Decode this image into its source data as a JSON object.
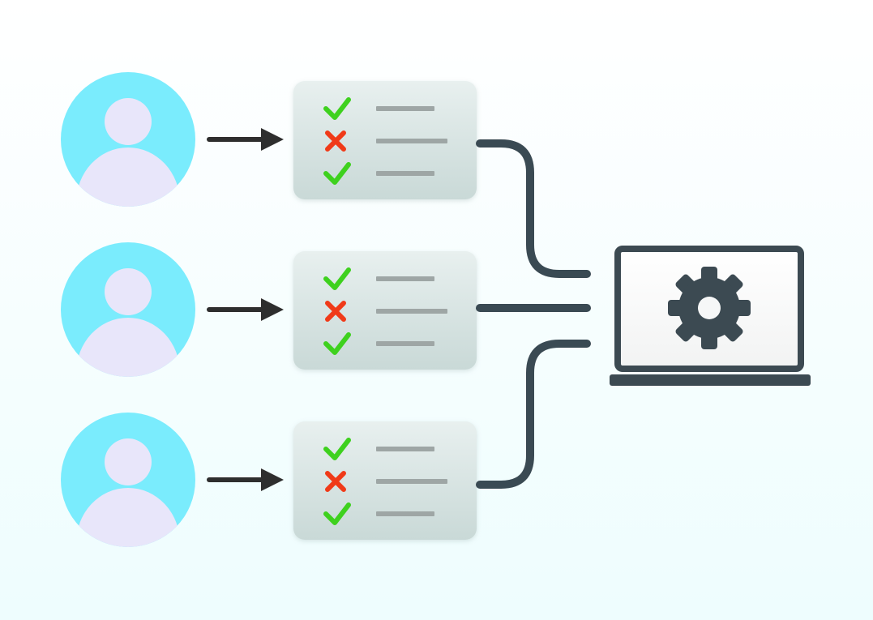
{
  "colors": {
    "background_top": "#ffffff",
    "background_bottom": "#eefdfe",
    "avatar_circle": "#7aecfd",
    "avatar_figure": "#e8e6fa",
    "arrow": "#2e2e2e",
    "card_top": "#e8f0ef",
    "card_bottom": "#c9d9d7",
    "check": "#3ed11e",
    "cross": "#f03a18",
    "line_bar": "#9ea6a5",
    "connector": "#3a4a53",
    "laptop_frame": "#3c4a52",
    "laptop_screen": "#f2f3f3",
    "gear": "#3c4a52"
  },
  "users": [
    {
      "name": "user-1",
      "checklist": [
        "check",
        "cross",
        "check"
      ]
    },
    {
      "name": "user-2",
      "checklist": [
        "check",
        "cross",
        "check"
      ]
    },
    {
      "name": "user-3",
      "checklist": [
        "check",
        "cross",
        "check"
      ]
    }
  ],
  "system": {
    "device_icon": "laptop-icon",
    "symbol_icon": "gear-icon"
  }
}
